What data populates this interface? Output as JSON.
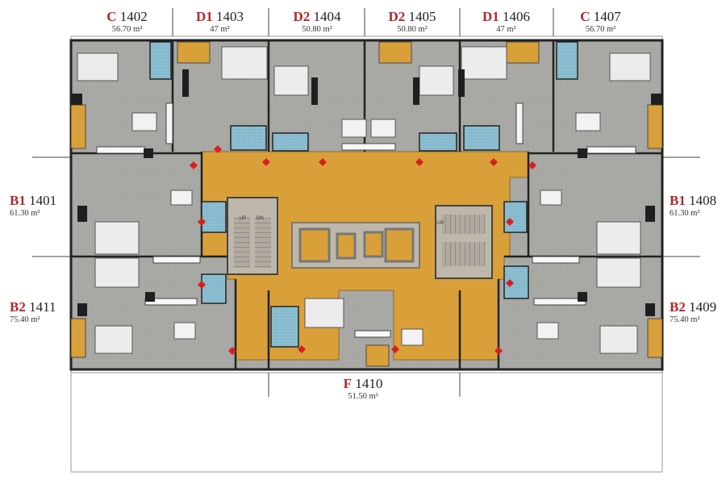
{
  "units": {
    "u1402": {
      "type": "C",
      "number": "1402",
      "area": "56.70 m²"
    },
    "u1403": {
      "type": "D1",
      "number": "1403",
      "area": "47 m²"
    },
    "u1404": {
      "type": "D2",
      "number": "1404",
      "area": "50.80 m²"
    },
    "u1405": {
      "type": "D2",
      "number": "1405",
      "area": "50.80 m²"
    },
    "u1406": {
      "type": "D1",
      "number": "1406",
      "area": "47 m²"
    },
    "u1407": {
      "type": "C",
      "number": "1407",
      "area": "56.70 m²"
    },
    "u1401": {
      "type": "B1",
      "number": "1401",
      "area": "61.30 m²"
    },
    "u1408": {
      "type": "B1",
      "number": "1408",
      "area": "61.30 m²"
    },
    "u1411": {
      "type": "B2",
      "number": "1411",
      "area": "75.40 m²"
    },
    "u1409": {
      "type": "B2",
      "number": "1409",
      "area": "75.40 m²"
    },
    "u1410": {
      "type": "F",
      "number": "1410",
      "area": "51.50 m²"
    }
  },
  "stair_labels": {
    "up": "UP",
    "dn": "DN"
  },
  "colors": {
    "corridor": "#d9a03a",
    "floor": "#a9a9a5",
    "bathroom": "#7fb3c8",
    "wall": "#222222",
    "balcony": "#d9a03a",
    "door_marker": "#d62020",
    "label_type": "#b5262b"
  }
}
